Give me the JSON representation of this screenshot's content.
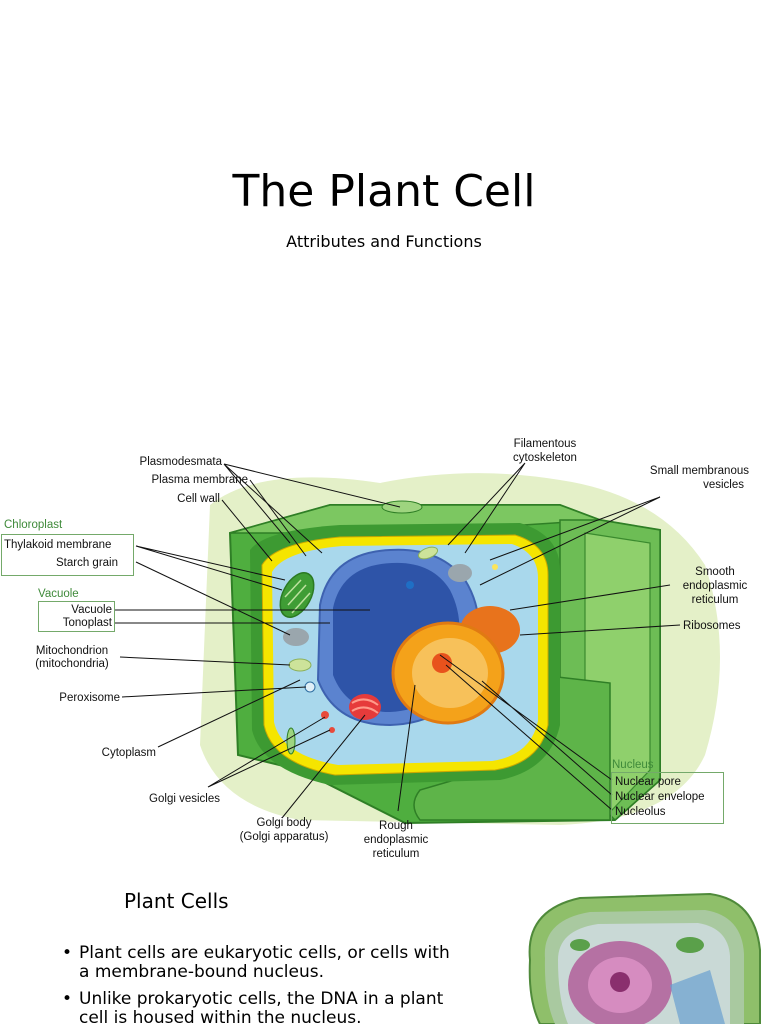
{
  "slide": {
    "title": "The Plant Cell",
    "subtitle": "Attributes and Functions"
  },
  "diagram": {
    "labels": {
      "plasmodesmata": "Plasmodesmata",
      "plasma_membrane": "Plasma membrane",
      "cell_wall": "Cell wall",
      "thylakoid_membrane": "Thylakoid membrane",
      "starch_grain": "Starch grain",
      "vacuole": "Vacuole",
      "tonoplast": "Tonoplast",
      "mitochondrion_1": "Mitochondrion",
      "mitochondrion_2": "(mitochondria)",
      "peroxisome": "Peroxisome",
      "cytoplasm": "Cytoplasm",
      "golgi_vesicles": "Golgi vesicles",
      "golgi_body_1": "Golgi body",
      "golgi_body_2": "(Golgi apparatus)",
      "rough_er_1": "Rough",
      "rough_er_2": "endoplasmic",
      "rough_er_3": "reticulum",
      "filamentous_1": "Filamentous",
      "filamentous_2": "cytoskeleton",
      "small_vesicles_1": "Small membranous",
      "small_vesicles_2": "vesicles",
      "smooth_er_1": "Smooth",
      "smooth_er_2": "endoplasmic",
      "smooth_er_3": "reticulum",
      "ribosomes": "Ribosomes",
      "nuclear_pore": "Nuclear pore",
      "nuclear_envelope": "Nuclear envelope",
      "nucleolus": "Nucleolus"
    },
    "groups": {
      "chloroplast": "Chloroplast",
      "vacuole": "Vacuole",
      "nucleus": "Nucleus"
    },
    "colors": {
      "group_label": "#3f8a3a",
      "cell_wall": "#3f9d35",
      "membrane": "#f5e500",
      "cytoplasm": "#a9d8ec",
      "vacuole": "#3a5fb6",
      "nucleus": "#f4a21a"
    }
  },
  "section": {
    "title": "Plant Cells",
    "bullets": [
      {
        "line1": "Plant cells are eukaryotic cells, or cells with",
        "line2": "a membrane-bound nucleus."
      },
      {
        "line1": "Unlike prokaryotic cells, the DNA in a plant",
        "line2": "cell is housed within the nucleus."
      }
    ]
  }
}
